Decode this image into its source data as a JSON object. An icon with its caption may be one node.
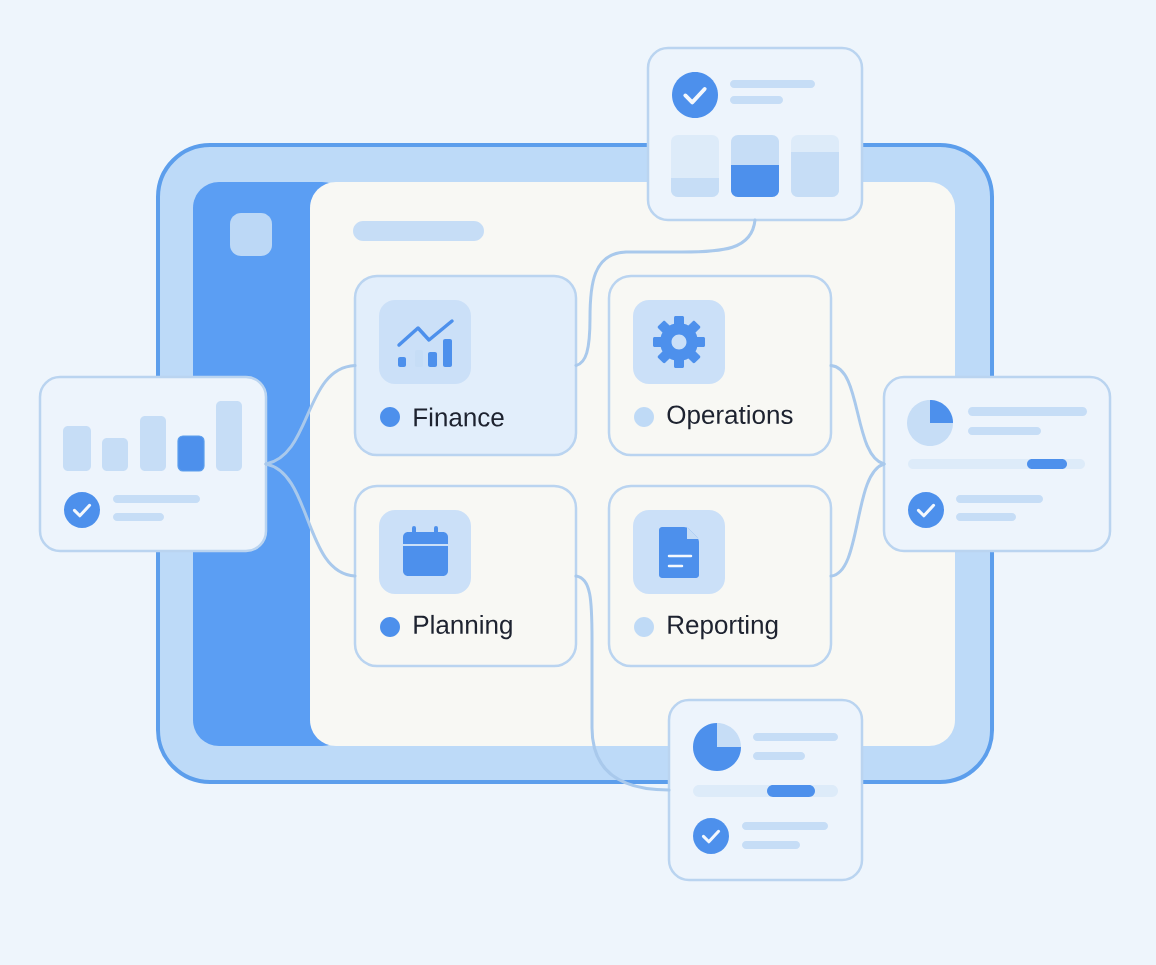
{
  "diagram": {
    "nodes": [
      {
        "text": [],
        "shape": "box"
      },
      {
        "text": [],
        "shape": "box"
      },
      {
        "text": [
          "Finance"
        ],
        "in": 1
      },
      {
        "text": [
          "Operations"
        ],
        "in": 1
      },
      {
        "text": [
          "Planning"
        ],
        "in": 1
      },
      {
        "text": [
          "Reporting"
        ],
        "in": 1
      },
      {
        "text": [],
        "shape": "box"
      },
      {
        "text": [],
        "shape": "box"
      },
      {
        "text": [],
        "shape": "box"
      }
    ],
    "edges": [
      {
        "from": 0,
        "to": 2,
        "arrow": "none"
      },
      {
        "from": 6,
        "to": 2,
        "arrow": "none"
      },
      {
        "from": 6,
        "to": 4,
        "arrow": "none"
      },
      {
        "from": 7,
        "to": 3,
        "arrow": "none"
      },
      {
        "from": 7,
        "to": 5,
        "arrow": "none"
      },
      {
        "from": 4,
        "to": 8,
        "arrow": "none"
      }
    ]
  }
}
